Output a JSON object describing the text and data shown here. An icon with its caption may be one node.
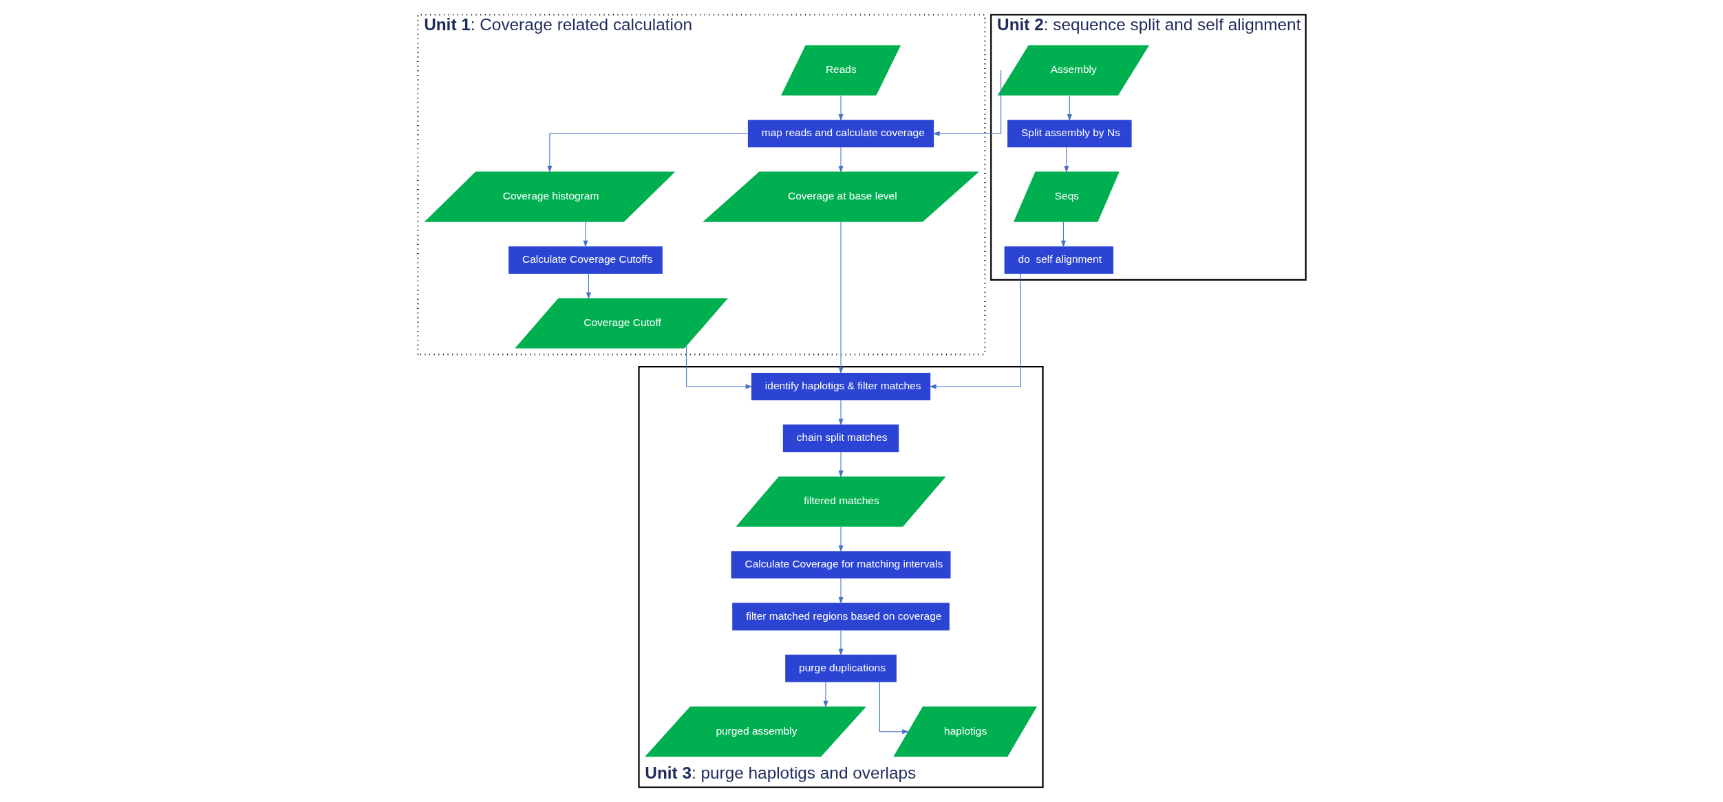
{
  "diagram": {
    "nodes": [
      {
        "text": [
          "**Unit 1**: Coverage related calculation"
        ]
      },
      {
        "text": [
          "Reads"
        ],
        "in": 0
      },
      {
        "text": [
          "map reads and calculate coverage"
        ],
        "in": 0
      },
      {
        "text": [
          "Coverage histogram"
        ],
        "in": 0
      },
      {
        "text": [
          "Coverage at base level"
        ],
        "in": 0
      },
      {
        "text": [
          "Calculate Coverage Cutoffs"
        ],
        "in": 0
      },
      {
        "text": [
          "Coverage Cutoff"
        ],
        "in": 0
      },
      {
        "text": [
          "**Unit 2**: sequence split and self alignment"
        ]
      },
      {
        "text": [
          "Assembly"
        ],
        "in": 7
      },
      {
        "text": [
          "Split assembly by Ns"
        ],
        "in": 7
      },
      {
        "text": [
          "Seqs"
        ],
        "in": 7
      },
      {
        "text": [
          "do  self alignment"
        ],
        "in": 7
      },
      {
        "text": [
          "**Unit 3**: purge haplotigs and overlaps"
        ]
      },
      {
        "text": [
          "identify haplotigs & filter matches"
        ],
        "in": 12
      },
      {
        "text": [
          "chain split matches"
        ],
        "in": 12
      },
      {
        "text": [
          "filtered matches"
        ],
        "in": 12
      },
      {
        "text": [
          "Calculate Coverage for matching intervals"
        ],
        "in": 12
      },
      {
        "text": [
          "filter matched regions based on coverage"
        ],
        "in": 12
      },
      {
        "text": [
          "purge duplications"
        ],
        "in": 12
      },
      {
        "text": [
          "purged assembly"
        ],
        "in": 12
      },
      {
        "text": [
          "haplotigs"
        ],
        "in": 12
      }
    ],
    "edges": [
      {
        "from": 1,
        "to": 2,
        "arrow": "to"
      },
      {
        "from": 8,
        "to": 2,
        "arrow": "to"
      },
      {
        "from": 2,
        "to": 3,
        "arrow": "to"
      },
      {
        "from": 2,
        "to": 4,
        "arrow": "to"
      },
      {
        "from": 3,
        "to": 5,
        "arrow": "to"
      },
      {
        "from": 5,
        "to": 6,
        "arrow": "to"
      },
      {
        "from": 8,
        "to": 9,
        "arrow": "to"
      },
      {
        "from": 9,
        "to": 10,
        "arrow": "to"
      },
      {
        "from": 10,
        "to": 11,
        "arrow": "to"
      },
      {
        "from": 11,
        "to": 13,
        "arrow": "to"
      },
      {
        "from": 4,
        "to": 13,
        "arrow": "to"
      },
      {
        "from": 6,
        "to": 13,
        "arrow": "to"
      },
      {
        "from": 13,
        "to": 14,
        "arrow": "to"
      },
      {
        "from": 14,
        "to": 15,
        "arrow": "to"
      },
      {
        "from": 15,
        "to": 16,
        "arrow": "to"
      },
      {
        "from": 16,
        "to": 17,
        "arrow": "to"
      },
      {
        "from": 17,
        "to": 18,
        "arrow": "to"
      },
      {
        "from": 18,
        "to": 19,
        "arrow": "to"
      },
      {
        "from": 18,
        "to": 20,
        "arrow": "to"
      }
    ]
  }
}
